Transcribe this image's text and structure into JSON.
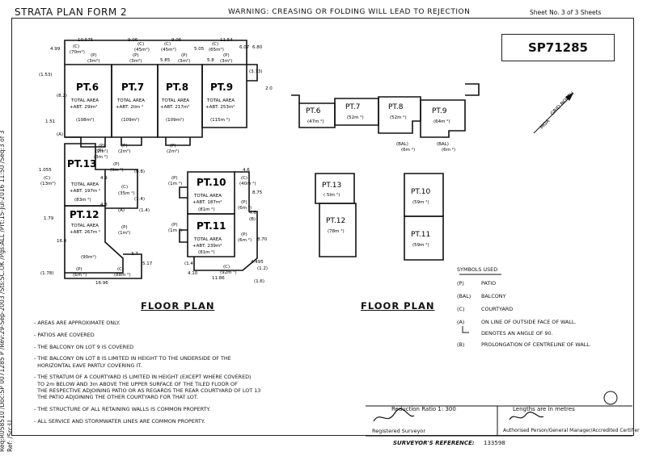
{
  "header": {
    "form_title": "STRATA PLAN FORM 2",
    "warning": "WARNING: CREASING OR FOLDING WILL LEAD TO REJECTION",
    "sheet": "Sheet No. 3 of 3 Sheets",
    "plan_number": "SP71285"
  },
  "side_text": {
    "line1": "Req:R058510 /Doc:SP 0071285 P /Rev:29-Sep-2003 /Sts:SC.OK /Pgs:ALL /Prt:15-Jul-2016 11:50 /Seq:3 of 3",
    "line2": "Ref: /Src:U"
  },
  "left_plan": {
    "title": "FLOOR PLAN",
    "lots": {
      "pt6": {
        "label": "PT.6",
        "total": "TOTAL AREA",
        "total_val": "+ABT. 29lm²",
        "area": "(108m²)"
      },
      "pt7": {
        "label": "PT.7",
        "total": "TOTAL AREA",
        "total_val": "+ABT. 2lim ²",
        "area": "(109m²)"
      },
      "pt8": {
        "label": "PT.8",
        "total": "TOTAL AREA",
        "total_val": "+ABT. 217m²",
        "area": "(109m²)"
      },
      "pt9": {
        "label": "PT.9",
        "total": "TOTAL AREA",
        "total_val": "+ABT. 253m²",
        "area": "(115m ²)"
      },
      "pt13": {
        "label": "PT.13",
        "total": "TOTAL AREA",
        "total_val": "+ABT. 197m ²",
        "area": "(83m ²)"
      },
      "pt12": {
        "label": "PT.12",
        "total": "TOTAL AREA",
        "total_val": "+ABT. 267m ²",
        "area": "(90m²)"
      },
      "pt10": {
        "label": "PT.10",
        "total": "TOTAL AREA",
        "total_val": "+ABT. 187m²",
        "area": "(81m ²)"
      },
      "pt11": {
        "label": "PT.11",
        "total": "TOTAL AREA",
        "total_val": "+ABT. 239m²",
        "area": "(81m ²)"
      }
    },
    "top_dims": {
      "d1": "10.575",
      "d2": "9.06",
      "d3": "9.06",
      "d4": "11.54",
      "c6": "(C)",
      "c6a": "(70m²)",
      "p6": "(P)",
      "p6a": "(3m²)",
      "c7": "(C)",
      "c7a": "(45m²)",
      "p7": "(P)",
      "p7a": "(3m²)",
      "c8": "(C)",
      "c8a": "(45m²)",
      "p8": "(P)",
      "p8a": "(3m²)",
      "c9": "(C)",
      "c9a": "(65m²)",
      "p9": "(P)",
      "p9a": "(3m²)",
      "s1": "4.99",
      "s2": "5.85",
      "s3": "5.05",
      "s4": "5.8",
      "s5": "6.07",
      "s6": "6.80",
      "s7": "(3.73)",
      "s8": "2.0",
      "s9": "(1.53)",
      "s10": "(8.2)",
      "s11": "1.51"
    },
    "mid_labels": {
      "a": "(A)",
      "p_a": "(P)",
      "p_a2": "(2m²)",
      "p_b": "(P)",
      "p_b2": "(2m²)",
      "p_c": "(P)",
      "p_c2": "(2m²)",
      "p13": "(P)",
      "p13a": "(3m ²)",
      "p13b": "(P)",
      "p13c": "(llm ²)",
      "c13": "(C)",
      "c13a": "(35m ²)",
      "c13l": "(C)",
      "c13la": "(13m²)",
      "d13": "1.055",
      "d13b": "(0.8)",
      "d13c": "4.9",
      "d13d": "4.3",
      "d13e": "(1.4)",
      "d13f": "(1.4)",
      "d13g": "(A)",
      "d12": "1.79",
      "d12b": "16.0",
      "p12": "(P)",
      "p12a": "(1m²)",
      "d12c": "3.7",
      "d12d": "5.17",
      "d12e": "(1.78)",
      "p12b": "(P)",
      "p12c": "(6m ²)",
      "c12": "(C)",
      "c12a": "(88m ²)",
      "d12f": "16.96",
      "p10": "(P)",
      "p10a": "(1m ²)",
      "c10": "(C)",
      "c10a": "(40m ²)",
      "d10": "4.6",
      "d10b": "8.75",
      "p10b": "(P)",
      "p10c": "(6m ²)",
      "d10c": "4.6",
      "b10": "(B)",
      "p11": "(P)",
      "p11a": "(1m ²)",
      "p11b": "(P)",
      "p11c": "(6m ²)",
      "d11": "8.70",
      "d11b": "4.495",
      "d11c": "(1.2)",
      "c11": "(C)",
      "c11a": "(92m ²)",
      "d11d": "11.86",
      "d11e": "(1.6)",
      "d11f": "(1.4)",
      "d11g": "4.10"
    }
  },
  "right_plan": {
    "title": "FLOOR PLAN",
    "lots": {
      "r6": {
        "label": "PT.6",
        "area": "(47m ²)"
      },
      "r7": {
        "label": "PT.7",
        "area": "(52m ²)"
      },
      "r8": {
        "label": "PT.8",
        "area": "(52m ²)"
      },
      "r9": {
        "label": "PT.9",
        "area": "(64m ²)"
      },
      "r13": {
        "label": "PT.13",
        "area": "( 5lm ²)"
      },
      "r12": {
        "label": "PT.12",
        "area": "(78m ²)"
      },
      "r10": {
        "label": "PT.10",
        "area": "(59m ²)"
      },
      "r11": {
        "label": "PT.11",
        "area": "(59m ²)"
      }
    },
    "bal1": "(BAL)",
    "bal1a": "(6m ²)",
    "bal2": "(BAL)",
    "bal2a": "(6m ²)",
    "north": "MGA",
    "north2": "GRID NORTH"
  },
  "notes": [
    "- AREAS ARE APPROXIMATE ONLY.",
    "- PATIOS ARE COVERED",
    "- THE BALCONY ON LOT 9 IS COVERED",
    "- THE BALCONY ON LOT 8 IS LIMITED IN HEIGHT TO THE UNDERSIDE OF THE\n  HORIZONTAL EAVE PARTLY COVERING IT.",
    "- THE STRATUM OF A COURTYARD IS LIMITED IN HEIGHT (EXCEPT WHERE COVERED)\n  TO 2m BELOW AND 3m ABOVE THE UPPER SURFACE OF THE TILED FLOOR OF\n  THE RESPECTIVE ADJOINING PATIO OR AS REGARDS THE REAR COURTYARD OF LOT 13\n  THE PATIO ADJOINING THE OTHER COURTYARD FOR THAT LOT.",
    "- THE STRUCTURE OF ALL RETAINING WALLS IS COMMON PROPERTY.",
    "- ALL SERVICE AND STORMWATER LINES ARE COMMON PROPERTY."
  ],
  "symbols": {
    "title": "SYMBOLS USED",
    "items": [
      {
        "code": "(P)",
        "desc": "PATIO"
      },
      {
        "code": "(BAL)",
        "desc": "BALCONY"
      },
      {
        "code": "(C)",
        "desc": "COURTYARD"
      },
      {
        "code": "(A)",
        "desc": "ON LINE OF OUTSIDE FACE OF WALL."
      },
      {
        "code": "",
        "desc": "DENOTES AN ANGLE OF 90."
      },
      {
        "code": "(B)",
        "desc": "PROLONGATION OF CENTRELINE OF WALL."
      }
    ]
  },
  "footer": {
    "ratio": "Reduction Ratio 1: 300",
    "lengths": "Lengths are in metres",
    "surveyor_label": "Registered Surveyor",
    "authorised_label": "Authorised Person/General Manager/Accredited Certifier",
    "ref_label": "SURVEYOR'S REFERENCE:",
    "ref_value": "133598"
  }
}
